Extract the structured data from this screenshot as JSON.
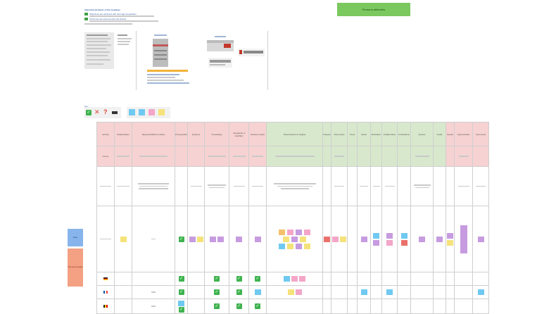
{
  "banner": {
    "title": "Persona attributes",
    "color": "#7bc85f"
  },
  "intro": {
    "heading": "Important elements of the meetings",
    "lines": [
      "Objectives are achieved with thorough preparation",
      "Outcomes are documented and shared"
    ]
  },
  "legend": {
    "label": "Key",
    "icons": [
      "check-icon",
      "cross-icon",
      "question-icon",
      "minus-icon"
    ],
    "swatches": [
      "#6fc9f1",
      "#6fc9f1",
      "#f3a6c8",
      "#f5e27a"
    ]
  },
  "colors": {
    "header_pink": "#f7d2d2",
    "header_green": "#d8e8cc",
    "check_green": "#3fb34f",
    "side_blue": "#88b4ec",
    "side_orange": "#f4a083"
  },
  "table": {
    "columns": [
      "Activity",
      "Stakeholders",
      "Responsibilities & duties",
      "Prerequisites",
      "Systems",
      "Knowledge",
      "Integration & workflow",
      "Decision rights",
      "Observations & insights",
      "Frequency",
      "Pain points",
      "Tools",
      "Gains",
      "Motivation",
      "Collaboration",
      "Frustrations",
      "Quotes",
      "Goals",
      "Needs",
      "Opportunities",
      "Comments"
    ],
    "subrow_label": "Focus",
    "row_labels": [
      "",
      "",
      "",
      "",
      ""
    ]
  },
  "side_labels": {
    "blue": "Role",
    "orange": "Persona details"
  }
}
